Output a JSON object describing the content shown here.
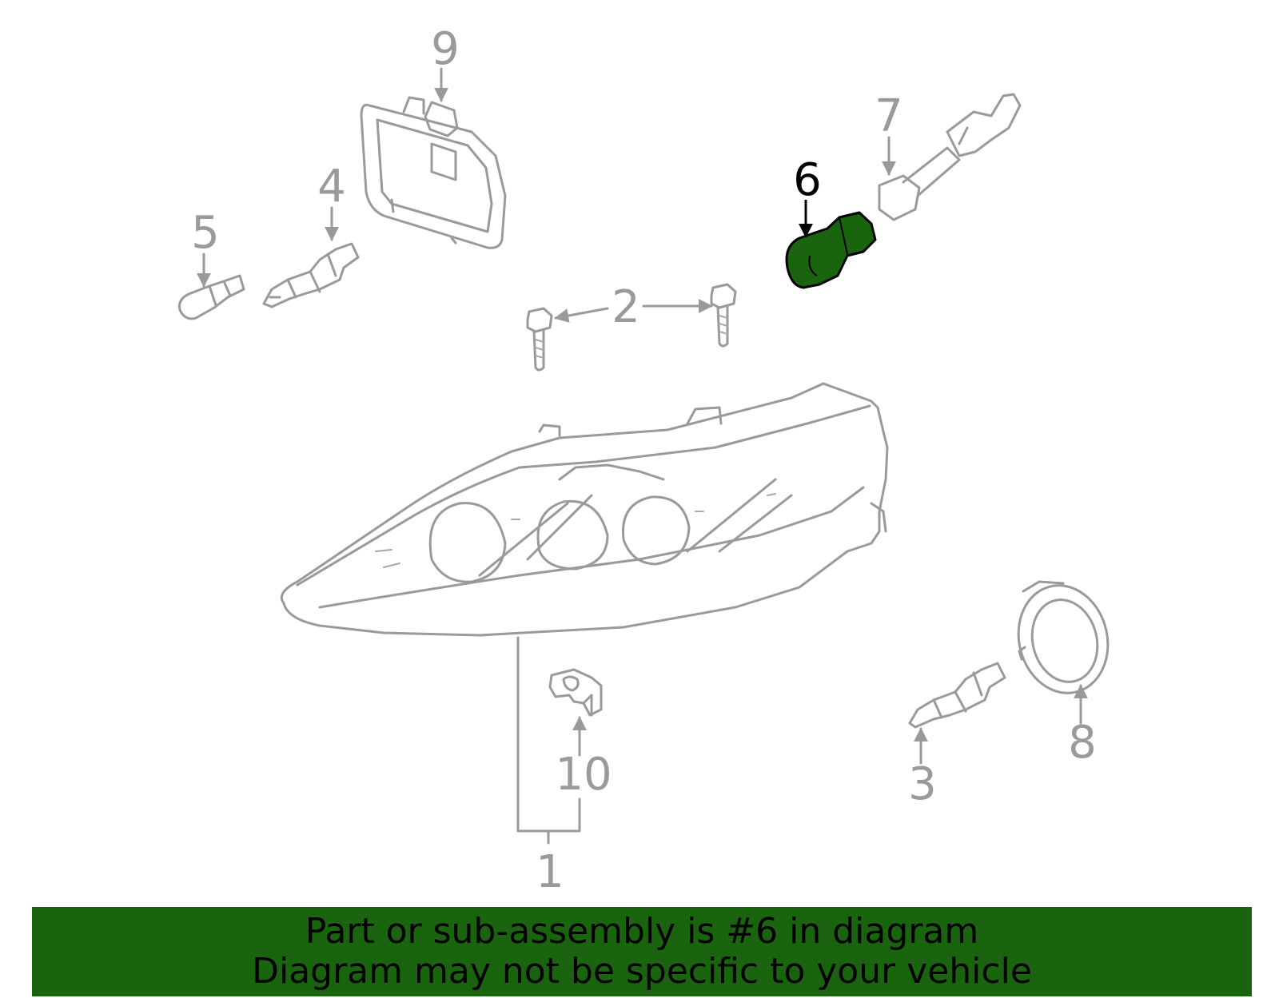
{
  "callouts": {
    "c1": "1",
    "c2": "2",
    "c3": "3",
    "c4": "4",
    "c5": "5",
    "c6": "6",
    "c7": "7",
    "c8": "8",
    "c9": "9",
    "c10": "10"
  },
  "highlighted_part": "6",
  "colors": {
    "highlight_fill": "#1b640f",
    "line_gray": "#9a9a9a",
    "banner_bg": "#1b640f"
  },
  "banner": {
    "line1": "Part or sub-assembly is #6 in diagram",
    "line2": "Diagram may not be specific to your vehicle"
  }
}
